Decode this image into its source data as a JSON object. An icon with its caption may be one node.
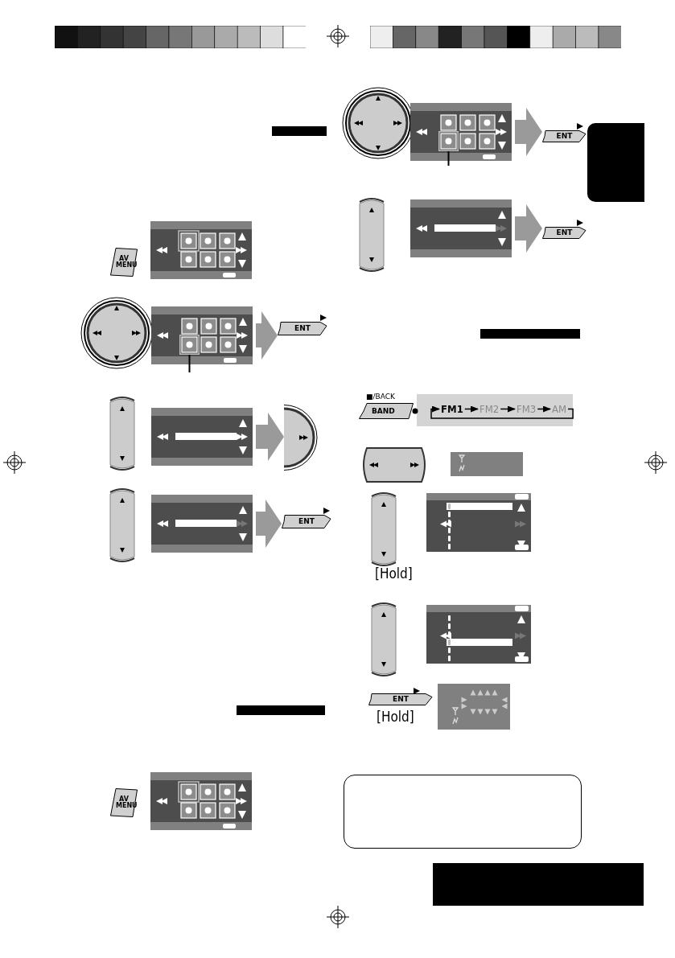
{
  "diagram": {
    "nodes": [
      {
        "text": [
          "AV MENU"
        ]
      },
      {
        "text": [],
        "shape": "box"
      },
      {
        "text": [
          "ENT"
        ]
      },
      {
        "text": [],
        "shape": "box"
      },
      {
        "text": [],
        "shape": "circle"
      },
      {
        "text": [],
        "shape": "box"
      },
      {
        "text": [
          "ENT"
        ]
      },
      {
        "text": [
          "AV MENU"
        ]
      },
      {
        "text": [],
        "shape": "box"
      },
      {
        "text": [
          "ENT"
        ]
      },
      {
        "text": [],
        "shape": "box"
      },
      {
        "text": [
          "ENT"
        ]
      },
      {
        "text": [
          "■/BACK",
          "BAND"
        ]
      },
      {
        "text": [],
        "shape": "box"
      },
      {
        "text": [
          "FM1"
        ],
        "in": 13
      },
      {
        "text": [
          "FM2"
        ],
        "in": 13
      },
      {
        "text": [
          "FM3"
        ],
        "in": 13
      },
      {
        "text": [
          "AM"
        ],
        "in": 13
      },
      {
        "text": [
          "ENT"
        ],
        "beside": [
          "[Hold]"
        ]
      },
      {
        "text": [],
        "shape": "box",
        "in": 1
      },
      {
        "text": [],
        "shape": "box",
        "in": 8
      },
      {
        "text": [],
        "shape": "box"
      },
      {
        "text": [],
        "shape": "box"
      },
      {
        "text": [],
        "shape": "box"
      },
      {
        "text": [],
        "shape": "box"
      },
      {
        "text": [],
        "shape": "box"
      }
    ],
    "edges": [
      {
        "from": 1,
        "to": 2,
        "arrow": "to",
        "style": "thick",
        "color": "#9a9a9a"
      },
      {
        "from": 3,
        "to": 4,
        "arrow": "to",
        "style": "thick",
        "color": "#9a9a9a"
      },
      {
        "from": 5,
        "to": 6,
        "arrow": "to",
        "style": "thick",
        "color": "#9a9a9a"
      },
      {
        "from": 8,
        "to": 9,
        "arrow": "to",
        "style": "thick",
        "color": "#9a9a9a"
      },
      {
        "from": 10,
        "to": 11,
        "arrow": "to",
        "style": "thick",
        "color": "#9a9a9a"
      },
      {
        "from": 12,
        "to": 13,
        "arrow": "other",
        "color": "#000000"
      },
      {
        "from": 14,
        "to": 15,
        "arrow": "to",
        "color": "#000000"
      },
      {
        "from": 15,
        "to": 16,
        "arrow": "to",
        "color": "#000000"
      },
      {
        "from": 16,
        "to": 17,
        "arrow": "to",
        "color": "#000000"
      },
      {
        "from": 17,
        "to": 14,
        "arrow": "to",
        "color": "#000000"
      },
      {
        "from": null,
        "to": 19,
        "arrow": "none",
        "color": "#000000"
      },
      {
        "from": null,
        "to": 20,
        "arrow": "none",
        "color": "#000000"
      }
    ],
    "labels": [
      "[Hold]"
    ]
  }
}
